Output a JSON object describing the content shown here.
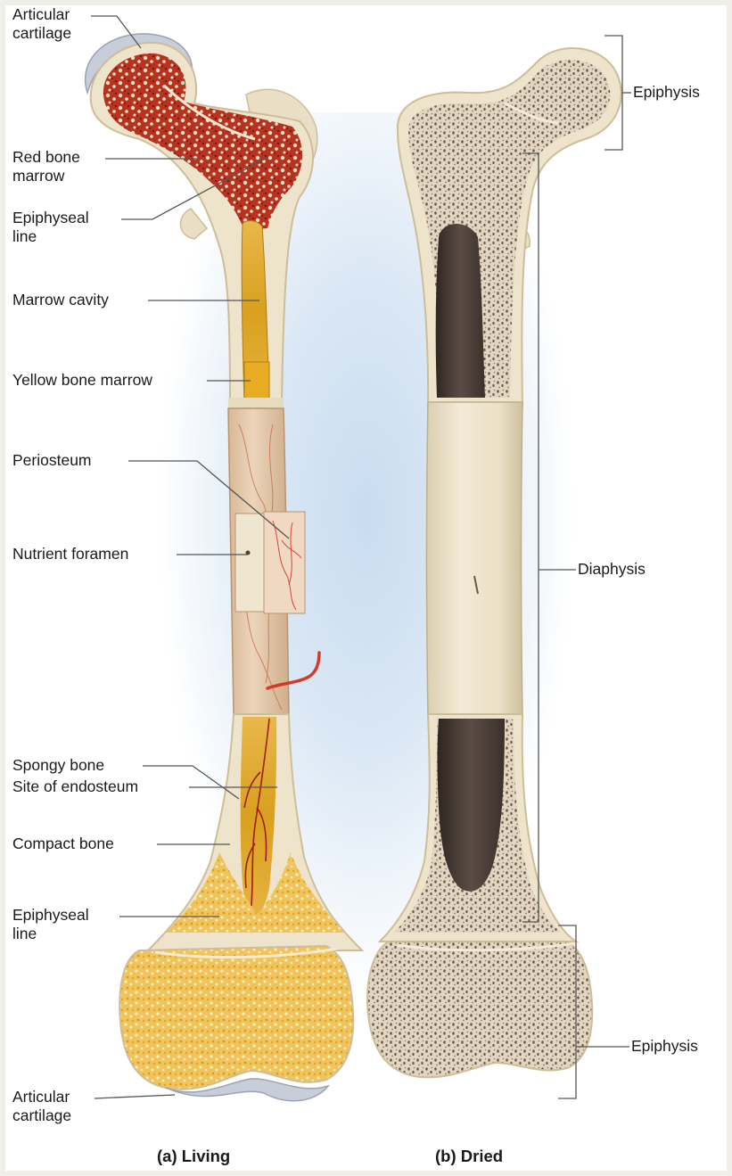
{
  "labels": {
    "articular_cartilage_top": "Articular\ncartilage",
    "red_bone_marrow": "Red bone\nmarrow",
    "epiphyseal_line_top": "Epiphyseal\nline",
    "marrow_cavity": "Marrow cavity",
    "yellow_bone_marrow": "Yellow bone marrow",
    "periosteum": "Periosteum",
    "nutrient_foramen": "Nutrient foramen",
    "site_of_endosteum": "Site of endosteum",
    "compact_bone": "Compact bone",
    "spongy_bone": "Spongy bone",
    "epiphyseal_line_bottom": "Epiphyseal\nline",
    "articular_cartilage_bottom": "Articular\ncartilage",
    "epiphysis_top": "Epiphysis",
    "diaphysis": "Diaphysis",
    "epiphysis_bottom": "Epiphysis"
  },
  "captions": {
    "living": "(a) Living",
    "dried": "(b) Dried"
  },
  "colors": {
    "bone": "#e9dfc6",
    "bone_edge": "#cdbd98",
    "red_marrow": "#9b1b16",
    "yellow_marrow": "#e3a823",
    "spongy_yellow": "#eab93a",
    "dried_spongy": "#8b7766",
    "cavity_dark": "#3a2f2a",
    "periosteum": "#e2c6a8",
    "cartilage": "#c7cdd8",
    "vessel": "#d33a2a",
    "leader": "#555555"
  }
}
